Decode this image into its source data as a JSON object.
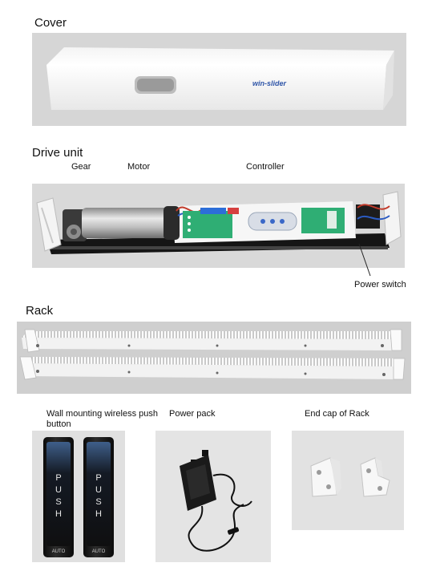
{
  "sections": {
    "cover": "Cover",
    "drive_unit": "Drive unit",
    "rack": "Rack"
  },
  "cover_logo": "win-slider",
  "drive_labels": {
    "gear": "Gear",
    "motor": "Motor",
    "controller": "Controller",
    "power_switch": "Power switch"
  },
  "accessories": {
    "push_button": "Wall mounting wireless push button",
    "power_pack": "Power pack",
    "end_cap": "End cap of Rack"
  },
  "push_button_text": "PUSH",
  "push_button_mode": "AUTO"
}
